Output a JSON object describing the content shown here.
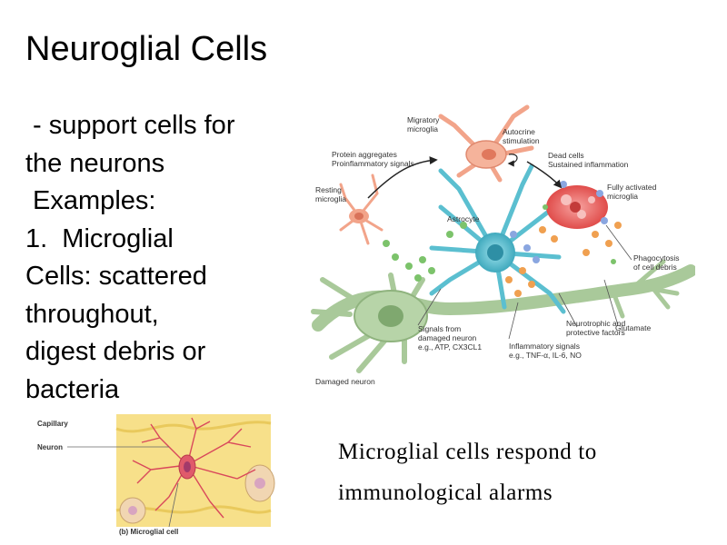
{
  "slide": {
    "title": "Neuroglial Cells",
    "body_lines": [
      " - support cells for",
      "the neurons",
      " Examples:",
      "1.  Microglial",
      "Cells: scattered",
      "throughout,",
      "digest debris or",
      "bacteria"
    ],
    "caption_lines": [
      "Microglial cells respond to",
      "immunological alarms"
    ]
  },
  "figure_main": {
    "labels": {
      "migratory": [
        "Migratory",
        "microglia"
      ],
      "autocrine": [
        "Autocrine",
        "stimulation"
      ],
      "protein": [
        "Protein aggregates",
        "Proinflammatory signals"
      ],
      "dead": [
        "Dead cells",
        "Sustained inflammation"
      ],
      "resting": [
        "Resting",
        "microglia"
      ],
      "fully": [
        "Fully activated",
        "microglia"
      ],
      "astrocyte": [
        "Astrocyte"
      ],
      "phago": [
        "Phagocytosis",
        "of cell debris"
      ],
      "signals": [
        "Signals from",
        "damaged neuron",
        "e.g., ATP, CX3CL1"
      ],
      "neurotrophic": [
        "Neurotrophic and",
        "protective factors"
      ],
      "glutamate": [
        "Glutamate"
      ],
      "inflam": [
        "Inflammatory signals",
        "e.g., TNF-α, IL-6, NO"
      ],
      "damaged": [
        "Damaged neuron"
      ]
    }
  },
  "figure_small": {
    "labels": {
      "capillary": "Capillary",
      "neuron": "Neuron",
      "microglial": "(b)  Microglial cell"
    }
  },
  "colors": {
    "astrocyte": "#5bbfd0",
    "microglia_resting": "#f2a48a",
    "microglia_active": "#e8524f",
    "neuron": "#a9c99a",
    "dot_green": "#7cc36b",
    "dot_orange": "#f0a050",
    "dot_blue": "#8aa6e0",
    "membrane_yellow": "#f7e08a",
    "vessel_red": "#d9485b"
  }
}
